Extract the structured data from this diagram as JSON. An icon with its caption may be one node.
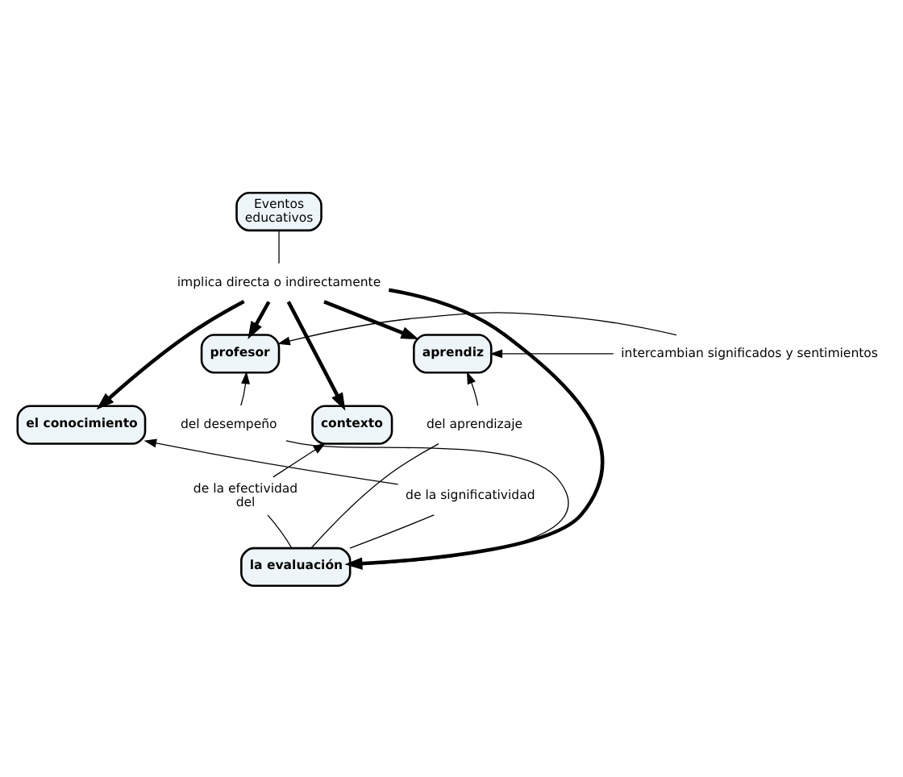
{
  "diagram": {
    "nodes": [
      {
        "text": [
          "Eventos educativos"
        ]
      },
      {
        "text": [
          "implica directa o indirectamente"
        ]
      },
      {
        "text": [
          "aprendiz"
        ]
      },
      {
        "text": [
          "profesor"
        ]
      },
      {
        "text": [
          "intercambian significados y sentimientos"
        ]
      },
      {
        "text": [
          "el conocimiento"
        ]
      },
      {
        "text": [
          "contexto"
        ]
      },
      {
        "text": [
          "del aprendizaje"
        ]
      },
      {
        "text": [
          "del desempeño"
        ]
      },
      {
        "text": [
          "de la significatividad"
        ]
      },
      {
        "text": [
          "de la efectividad del"
        ]
      },
      {
        "text": [
          "la evaluación"
        ]
      }
    ],
    "edges": [
      {
        "from": 0,
        "to": 1,
        "arrow": "none"
      },
      {
        "from": 1,
        "to": 2,
        "arrow": "to",
        "style": "thick"
      },
      {
        "from": 1,
        "to": 3,
        "arrow": "to",
        "style": "thick"
      },
      {
        "from": 1,
        "to": 5,
        "arrow": "to",
        "style": "thick"
      },
      {
        "from": 1,
        "to": 6,
        "arrow": "to",
        "style": "thick"
      },
      {
        "from": 1,
        "to": 11,
        "arrow": "to",
        "style": "thick"
      },
      {
        "from": 4,
        "to": 2,
        "arrow": "to"
      },
      {
        "from": 4,
        "to": 3,
        "arrow": "to"
      },
      {
        "from": 11,
        "to": 7,
        "arrow": "none"
      },
      {
        "from": 7,
        "to": 2,
        "arrow": "to"
      },
      {
        "from": 11,
        "to": 8,
        "arrow": "none"
      },
      {
        "from": 8,
        "to": 3,
        "arrow": "to"
      },
      {
        "from": 11,
        "to": 9,
        "arrow": "none"
      },
      {
        "from": 9,
        "to": 5,
        "arrow": "to"
      },
      {
        "from": 11,
        "to": 10,
        "arrow": "none"
      },
      {
        "from": 10,
        "to": 6,
        "arrow": "to"
      }
    ]
  }
}
